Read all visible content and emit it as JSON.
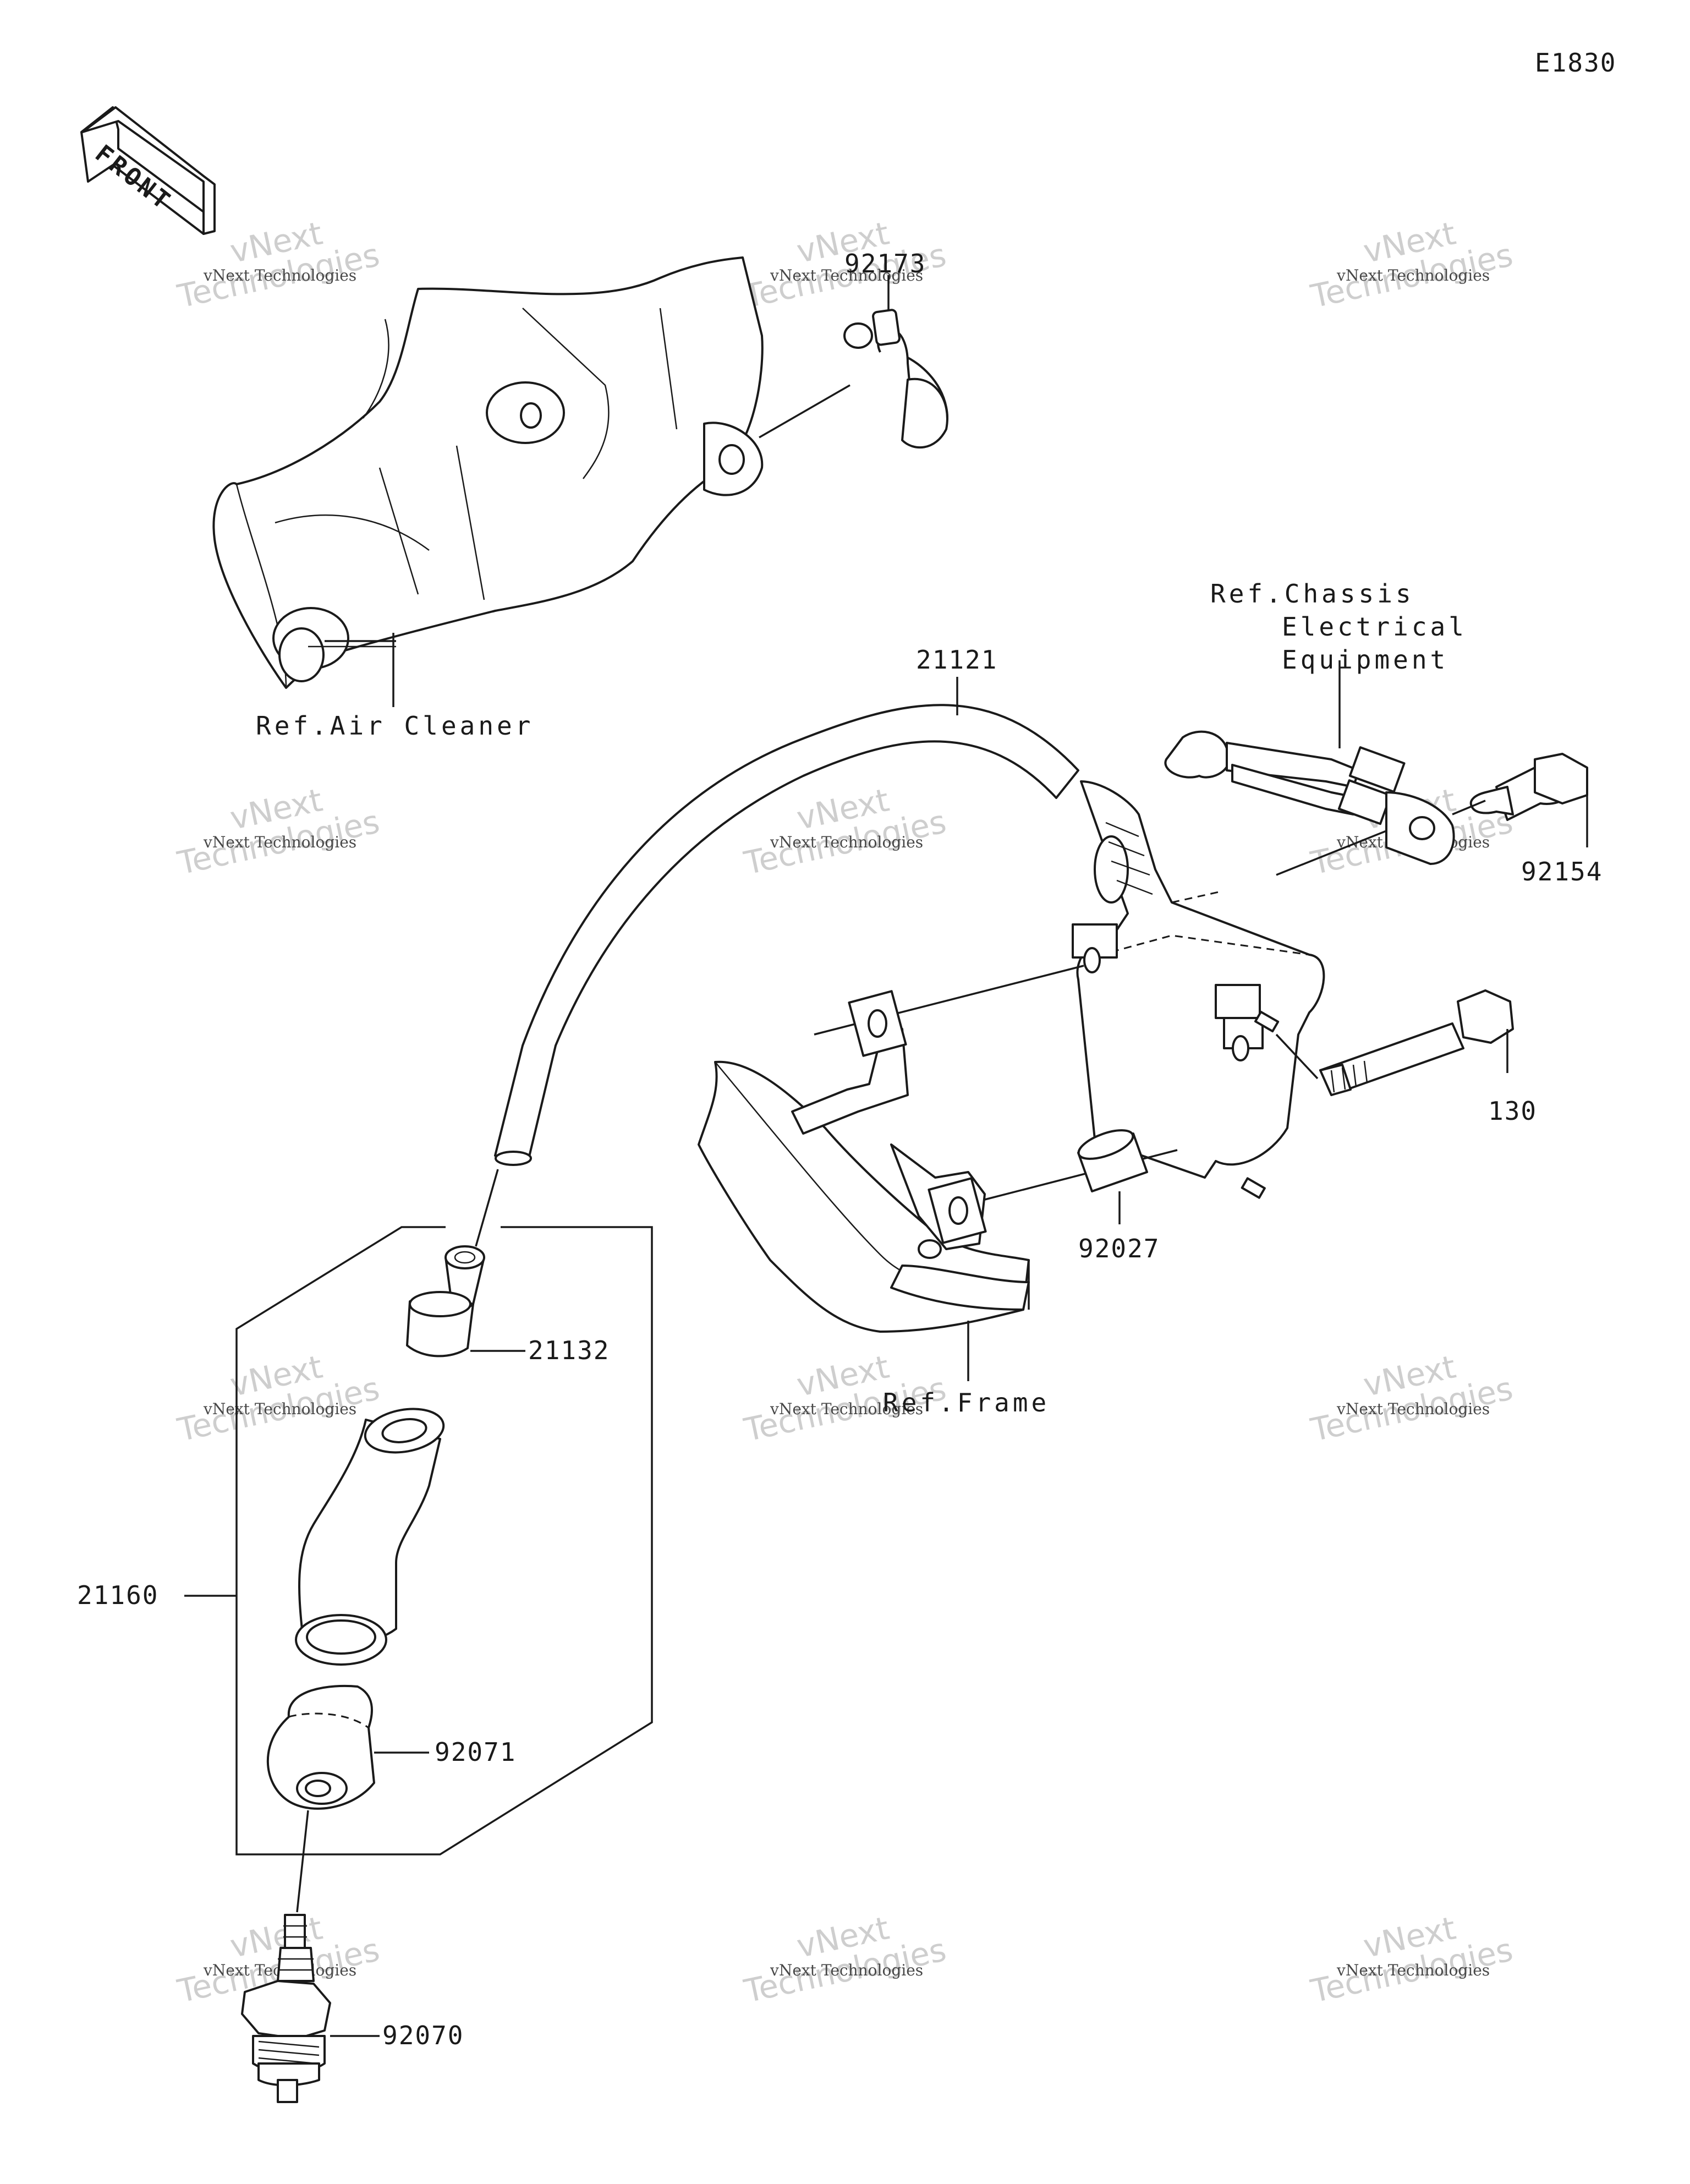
{
  "diagram_code": "E1830",
  "front_arrow": {
    "text": "FRONT"
  },
  "refs": {
    "air_cleaner": "Ref.Air Cleaner",
    "chassis_line1": "Ref.Chassis",
    "chassis_line2": "Electrical",
    "chassis_line3": "Equipment",
    "frame": "Ref.Frame"
  },
  "parts": {
    "p92173": "92173",
    "p21121": "21121",
    "p92154": "92154",
    "p130": "130",
    "p92027": "92027",
    "p21132": "21132",
    "p21160": "21160",
    "p92071": "92071",
    "p92070": "92070"
  },
  "watermark": {
    "line1": "vNext Technologies",
    "line2": "Technologies",
    "line3": "vNext"
  }
}
